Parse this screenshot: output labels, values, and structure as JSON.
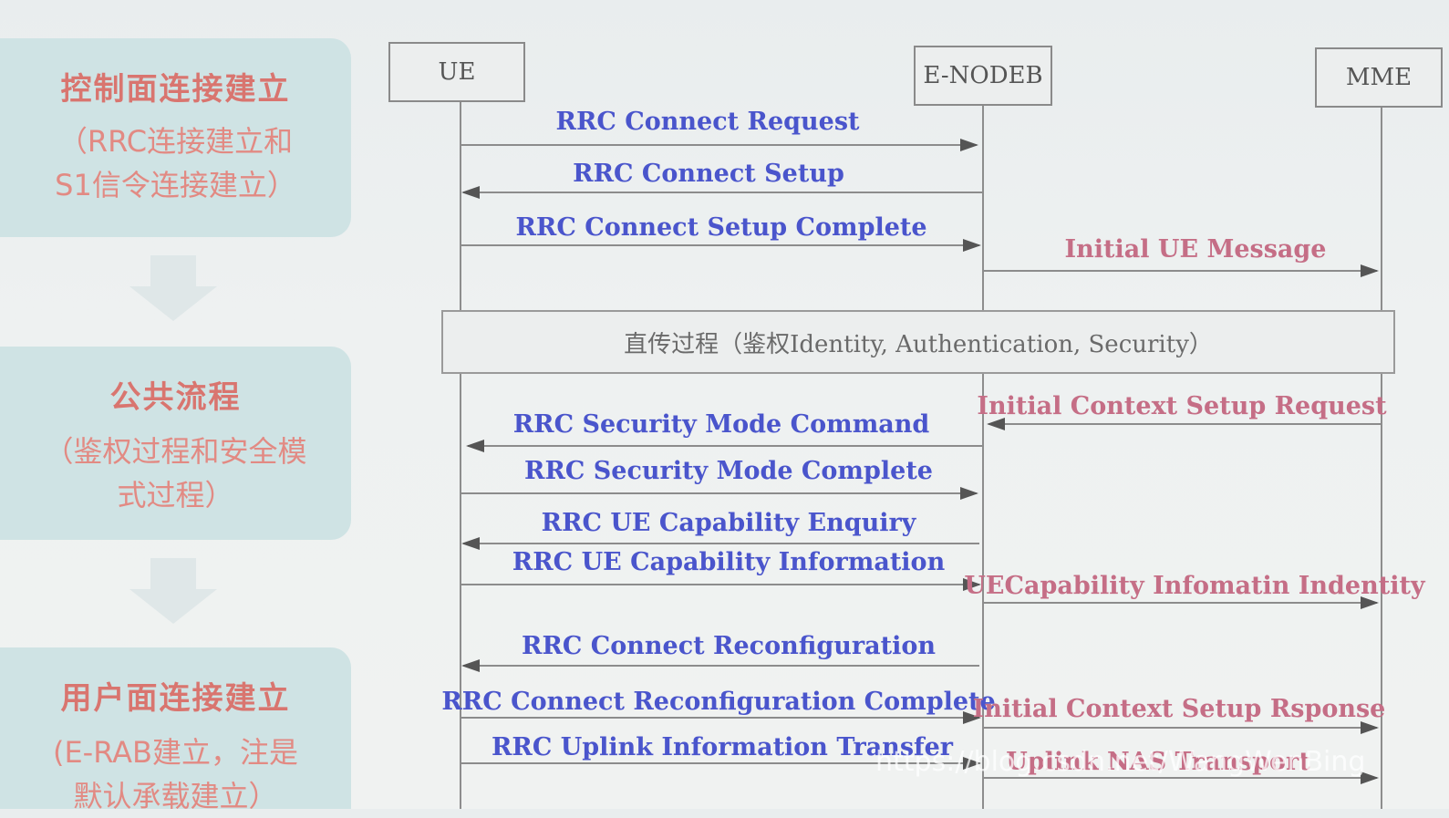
{
  "phases": [
    {
      "title": "控制面连接建立",
      "subtitle_lines": [
        "（RRC连接建立和",
        "S1信令连接建立）"
      ]
    },
    {
      "title": "公共流程",
      "subtitle_lines": [
        "（鉴权过程和安全模",
        "式过程）"
      ]
    },
    {
      "title": "用户面连接建立",
      "subtitle_lines": [
        "(E-RAB建立，注是",
        "默认承载建立）"
      ]
    }
  ],
  "nodes": {
    "ue": "UE",
    "enodeb": "E-NODEB",
    "mme": "MME"
  },
  "band_text": "直传过程（鉴权Identity, Authentication, Security）",
  "messages": {
    "m1": "RRC Connect Request",
    "m2": "RRC Connect Setup",
    "m3": "RRC Connect Setup Complete",
    "m4": "Initial UE Message",
    "m5": "Initial Context Setup Request",
    "m6": "RRC Security Mode Command",
    "m7": "RRC Security Mode Complete",
    "m8": "RRC UE Capability Enquiry",
    "m9": "RRC UE Capability Information",
    "m10": "UECapability Infomatin Indentity",
    "m11": "RRC Connect Reconfiguration",
    "m12": "RRC Connect Reconfiguration Complete",
    "m13": "Initial Context Setup Rsponse",
    "m14": "RRC Uplink Information Transfer",
    "m15": "Uplink NAS Transport"
  },
  "watermark": "https://blog.csdn.net/WangWenBing",
  "colors": {
    "rrc": "#4a55cc",
    "s1": "#c56e86",
    "phase_title": "#d9756f",
    "phase_bg": "#cfe3e4"
  }
}
